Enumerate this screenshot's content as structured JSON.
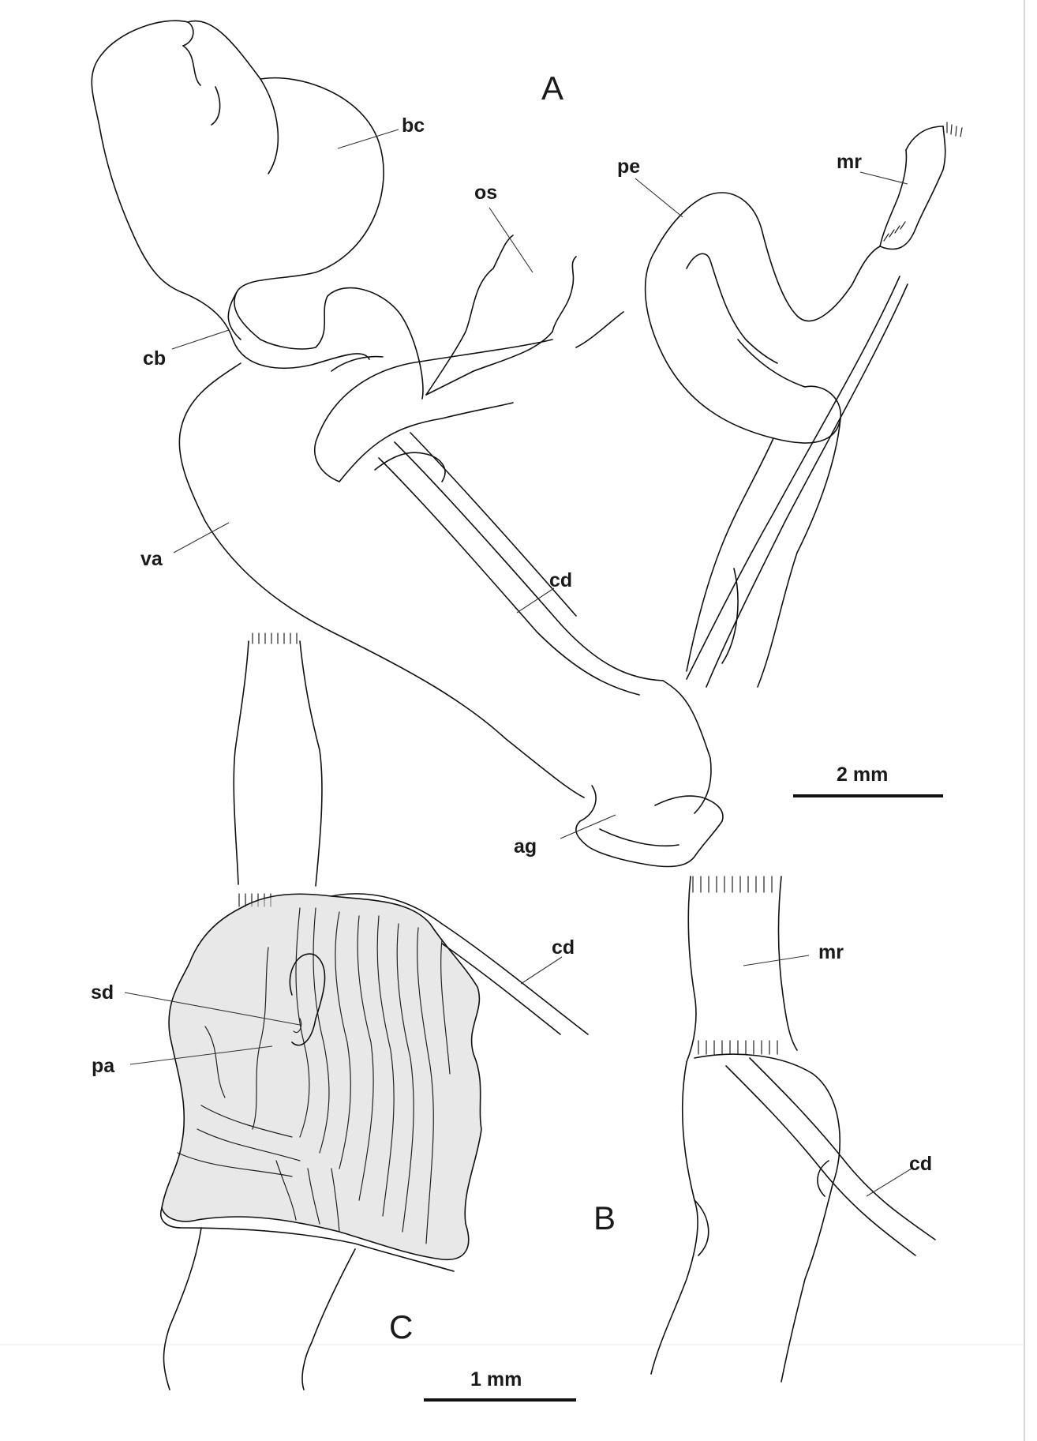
{
  "figure": {
    "panels": {
      "a": "A",
      "b": "B",
      "c": "C"
    },
    "labels": {
      "bc": "bc",
      "os": "os",
      "pe": "pe",
      "mr_a": "mr",
      "cb": "cb",
      "va": "va",
      "cd_a": "cd",
      "ag": "ag",
      "cd_b": "cd",
      "sd": "sd",
      "pa": "pa",
      "mr_c": "mr",
      "cd_c": "cd"
    },
    "scale_bars": {
      "top": "2 mm",
      "bottom": "1 mm"
    }
  }
}
